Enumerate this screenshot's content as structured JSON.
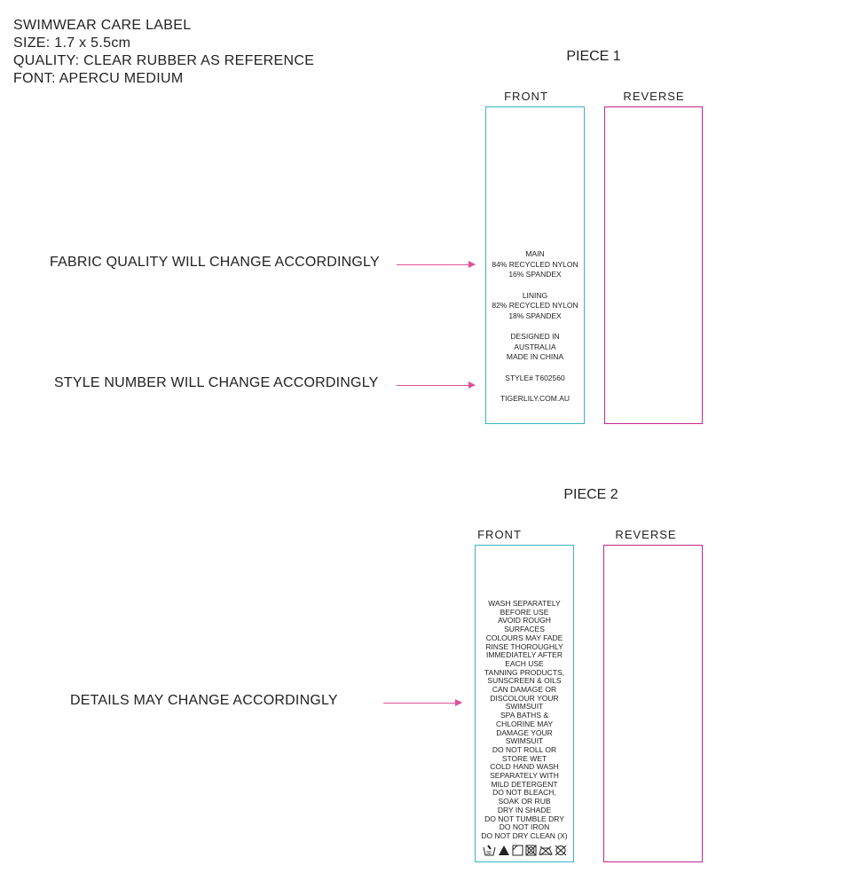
{
  "spec": [
    "SWIMWEAR CARE LABEL",
    "SIZE: 1.7  x 5.5cm",
    "QUALITY: CLEAR RUBBER AS REFERENCE",
    "FONT: APERCU MEDIUM"
  ],
  "piece1": {
    "title": "PIECE 1",
    "front": "FRONT",
    "reverse": "REVERSE",
    "label": [
      "MAIN",
      "84% RECYCLED NYLON",
      "16% SPANDEX",
      "",
      "LINING",
      "82% RECYCLED NYLON",
      "18% SPANDEX",
      "",
      "DESIGNED IN",
      "AUSTRALIA",
      "MADE IN CHINA",
      "",
      "STYLE# T602560",
      "",
      "TIGERLILY.COM.AU"
    ]
  },
  "notes": {
    "fabric": "FABRIC QUALITY WILL CHANGE ACCORDINGLY",
    "style": "STYLE NUMBER WILL CHANGE ACCORDINGLY",
    "details": "DETAILS MAY CHANGE ACCORDINGLY"
  },
  "piece2": {
    "title": "PIECE 2",
    "front": "FRONT",
    "reverse": "REVERSE",
    "label": [
      "WASH SEPARATELY",
      "BEFORE USE",
      "AVOID ROUGH",
      "SURFACES",
      "COLOURS MAY FADE",
      "RINSE THOROUGHLY",
      "IMMEDIATELY AFTER",
      "EACH USE",
      "TANNING PRODUCTS,",
      "SUNSCREEN & OILS",
      "CAN DAMAGE OR",
      "DISCOLOUR YOUR",
      "SWIMSUIT",
      "SPA BATHS &",
      "CHLORINE MAY",
      "DAMAGE YOUR",
      "SWIMSUIT",
      "DO NOT ROLL OR",
      "STORE WET",
      "COLD HAND WASH",
      "SEPARATELY WITH",
      "MILD DETERGENT",
      "DO NOT BLEACH,",
      "SOAK OR RUB",
      "DRY IN SHADE",
      "DO NOT TUMBLE DRY",
      "DO NOT IRON",
      "DO NOT DRY CLEAN (X)"
    ],
    "wash_temp": "30",
    "care_icons": [
      "hand-wash-icon",
      "no-bleach-icon",
      "dry-in-shade-icon",
      "no-tumble-dry-icon",
      "no-iron-icon",
      "no-dry-clean-icon"
    ]
  },
  "colors": {
    "front_border": "#3ab3c3",
    "reverse_border": "#c4268f",
    "arrow": "#e0509a"
  }
}
